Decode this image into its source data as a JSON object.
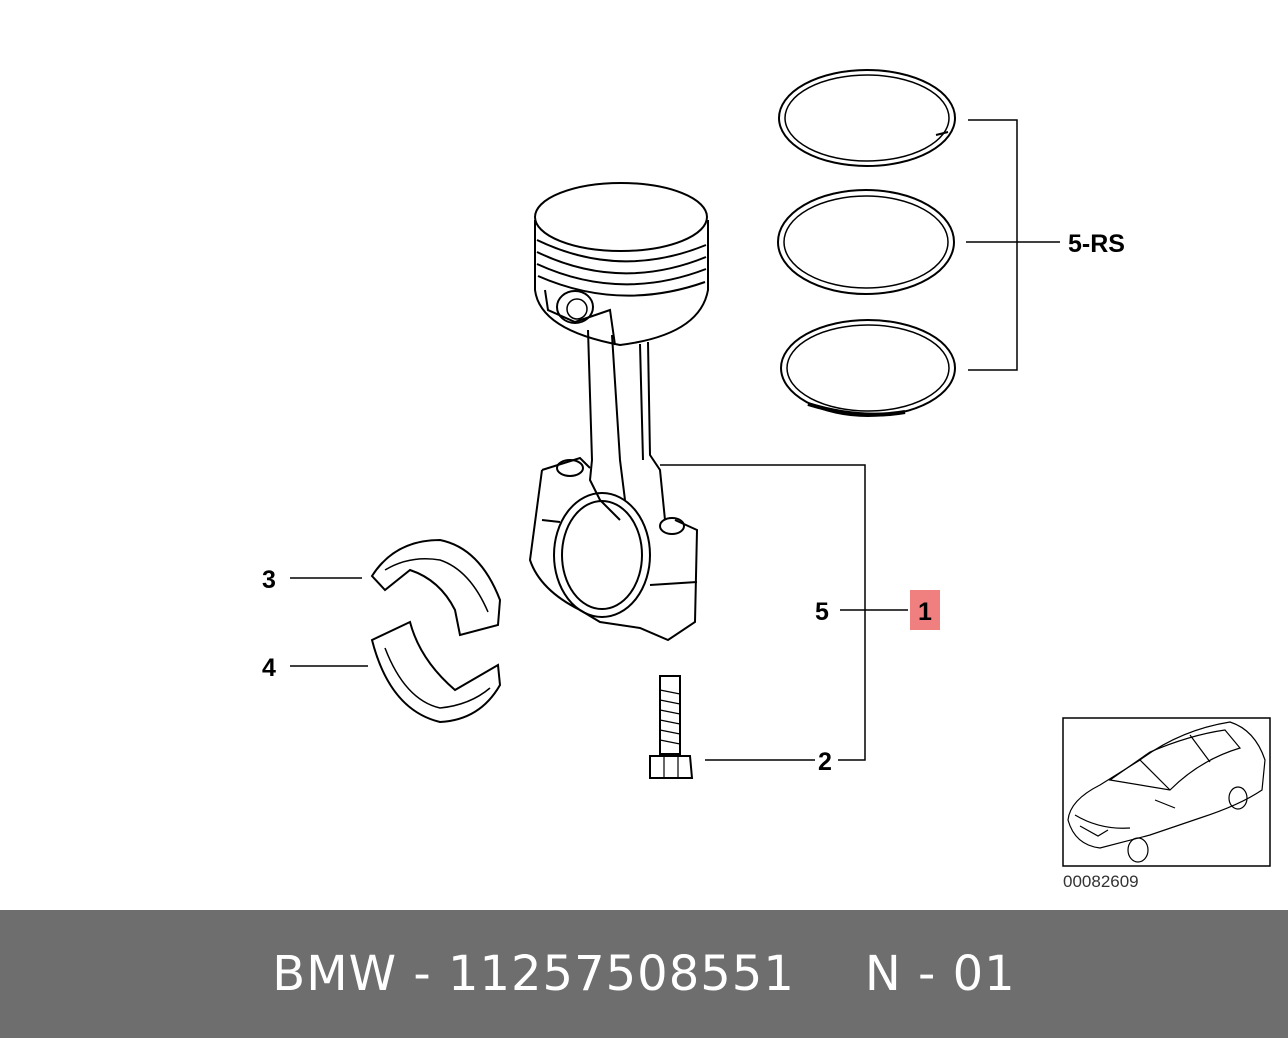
{
  "callouts": {
    "rings": "5-RS",
    "rod": "5",
    "highlight": "1",
    "bearing_upper": "3",
    "bearing_lower": "4",
    "bolt": "2"
  },
  "image_code": "00082609",
  "highlight_color": "#f08080",
  "footer": {
    "part_text": "BMW - 11257508551",
    "position_text": "N - 01"
  }
}
